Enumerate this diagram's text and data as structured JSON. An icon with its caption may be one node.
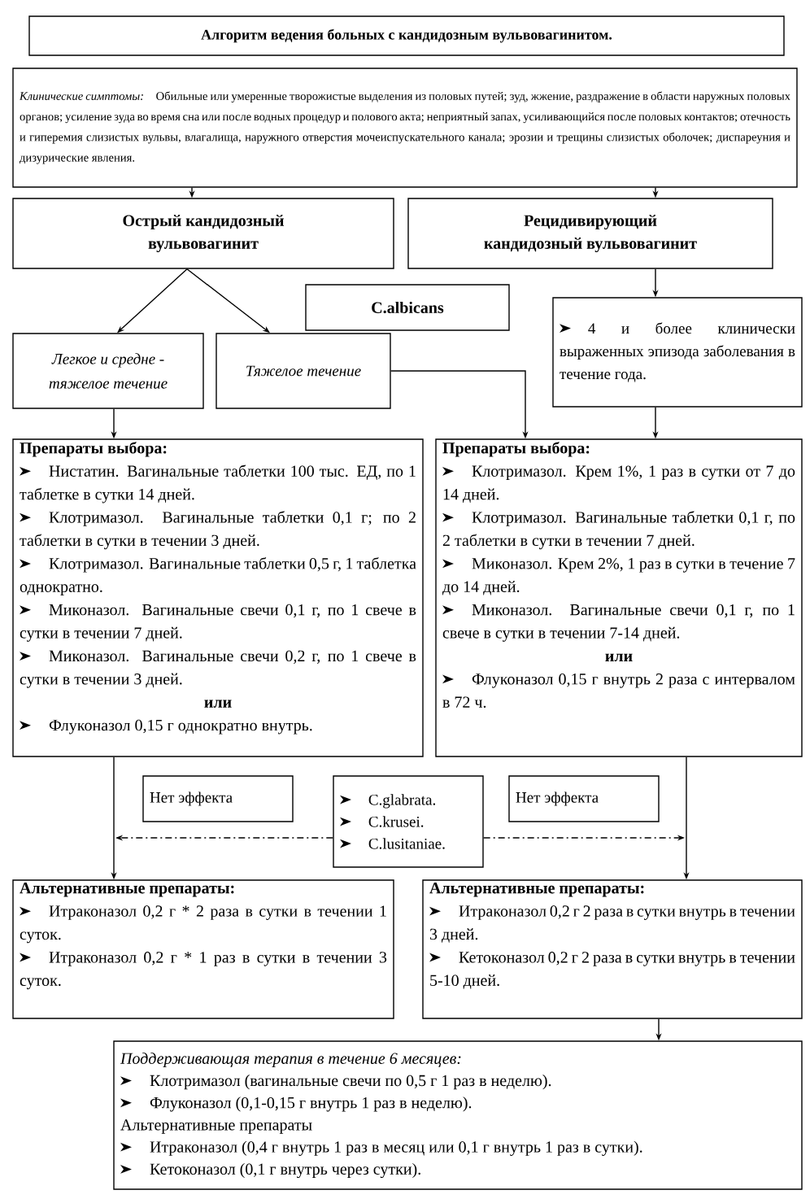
{
  "diagram": {
    "nodes": [
      {
        "text": [
          "Алгоритм ведения больных с кандидозным вульвовагинитом."
        ]
      },
      {
        "text": [
          "Клинические симптомы:",
          "Обильные или умеренные творожистые выделения из половых путей; зуд, жжение, раздражение в области наружных половых органов; усиление зуда во время сна или после водных процедур и полового акта; неприятный запах, усиливающийся после половых контактов; отечность и гиперемия слизистых вульвы, влагалища, наружного отверстия мочеиспускательного канала; эрозии и трещины слизистых оболочек; диспареуния и дизурические явления."
        ]
      },
      {
        "text": [
          "Острый кандидозный вульвовагинит"
        ]
      },
      {
        "text": [
          "Рецидивирующий кандидозный вульвовагинит"
        ]
      },
      {
        "text": [
          "C.albicans"
        ]
      },
      {
        "text": [
          "4 и более клинически выраженных эпизода заболевания в течение года."
        ]
      },
      {
        "text": [
          "Легкое и средне - тяжелое течение"
        ]
      },
      {
        "text": [
          "Тяжелое течение"
        ]
      },
      {
        "text": [
          "Препараты выбора:",
          "Нистатин. Вагинальные таблетки 100 тыс. ЕД, по 1 таблетке в сутки 14 дней.",
          "Клотримазол. Вагинальные таблетки 0,1 г; по 2 таблетки в сутки в течении 3 дней.",
          "Клотримазол. Вагинальные таблетки 0,5 г, 1 таблетка однократно.",
          "Миконазол. Вагинальные свечи 0,1 г, по 1 свече в сутки в течении 7 дней.",
          "Миконазол. Вагинальные свечи 0,2 г, по 1 свече в сутки в течении 3 дней.",
          "или",
          "Флуконазол 0,15 г однократно внутрь."
        ]
      },
      {
        "text": [
          "Препараты выбора:",
          "Клотримазол. Крем 1%, 1 раз в сутки от 7 до 14 дней.",
          "Клотримазол. Вагинальные таблетки 0,1 г, по 2 таблетки в сутки в течении 7 дней.",
          "Миконазол. Крем 2%, 1 раз в сутки в течение 7 до 14 дней.",
          "Миконазол. Вагинальные свечи 0,1 г, по 1 свече в сутки в течении 7-14 дней.",
          "или",
          "Флуконазол 0,15 г внутрь 2 раза с интервалом в 72 ч."
        ]
      },
      {
        "text": [
          "Нет эффекта"
        ]
      },
      {
        "text": [
          "C.glabrata.",
          "C.krusei.",
          "C.lusitaniae."
        ]
      },
      {
        "text": [
          "Нет эффекта"
        ]
      },
      {
        "text": [
          "Альтернативные препараты:",
          "Итраконазол 0,2 г * 2 раза в сутки в течении 1 суток.",
          "Итраконазол 0,2 г * 1 раз в сутки в течении 3 суток."
        ]
      },
      {
        "text": [
          "Альтернативные препараты:",
          "Итраконазол 0,2 г 2 раза в сутки внутрь в течении 3 дней.",
          "Кетоконазол 0,2 г 2 раза в сутки внутрь в течении 5-10 дней."
        ]
      },
      {
        "text": [
          "Поддерживающая терапия в течение 6 месяцев:",
          "Клотримазол (вагинальные свечи по 0,5 г 1 раз в неделю).",
          "Флуконазол (0,1-0,15 г внутрь 1 раз в неделю).",
          "Альтернативные препараты",
          "Итраконазол (0,4 г внутрь 1 раз в месяц или 0,1 г внутрь 1 раз в сутки).",
          "Кетоконазол (0,1 г внутрь через сутки)."
        ]
      }
    ],
    "edges": [
      {
        "from": 1,
        "to": 2,
        "arrow": "to"
      },
      {
        "from": 1,
        "to": 3,
        "arrow": "to"
      },
      {
        "from": 2,
        "to": 6,
        "arrow": "to"
      },
      {
        "from": 2,
        "to": 7,
        "arrow": "to"
      },
      {
        "from": 3,
        "to": 5,
        "arrow": "to"
      },
      {
        "from": 6,
        "to": 8,
        "arrow": "to"
      },
      {
        "from": 7,
        "to": 9,
        "arrow": "to"
      },
      {
        "from": 5,
        "to": 9,
        "arrow": "to"
      },
      {
        "from": 8,
        "to": 13,
        "arrow": "to"
      },
      {
        "from": 9,
        "to": 14,
        "arrow": "to"
      },
      {
        "from": 11,
        "to": null,
        "arrow": "to",
        "style": "dashed"
      },
      {
        "from": 11,
        "to": null,
        "arrow": "to",
        "style": "dashed"
      },
      {
        "from": 14,
        "to": 15,
        "arrow": "to"
      }
    ]
  }
}
